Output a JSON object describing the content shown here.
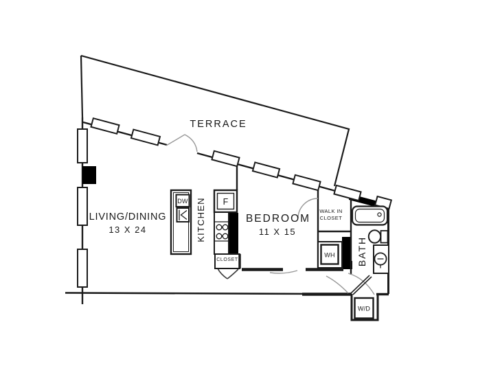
{
  "rooms": {
    "terrace": {
      "label": "TERRACE"
    },
    "living_dining": {
      "label": "LIVING/DINING",
      "dimensions": "13 X 24"
    },
    "kitchen": {
      "label": "KITCHEN"
    },
    "bedroom": {
      "label": "BEDROOM",
      "dimensions": "11 X 15"
    },
    "walk_in_closet": {
      "label_line1": "WALK IN",
      "label_line2": "CLOSET"
    },
    "kitchen_closet": {
      "label": "CLOSET"
    },
    "bath": {
      "label": "BATH"
    }
  },
  "appliances": {
    "fridge_label": "F",
    "dishwasher_label": "DW",
    "water_heater_label": "WH",
    "washer_dryer_label": "W/D"
  },
  "colors": {
    "background": "#ffffff",
    "line": "#1b1b1b",
    "wall_fill": "#000000",
    "door_arc": "#979797"
  }
}
